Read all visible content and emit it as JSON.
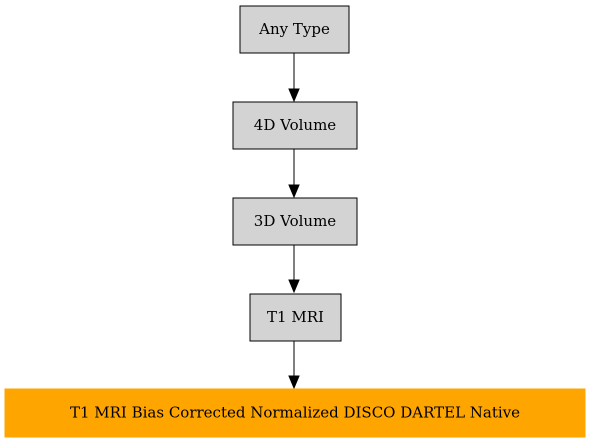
{
  "diagram": {
    "nodes": [
      {
        "id": "any-type",
        "label": "Any Type",
        "fill": "#d3d3d3",
        "border": "#000000"
      },
      {
        "id": "4d-volume",
        "label": "4D Volume",
        "fill": "#d3d3d3",
        "border": "#000000"
      },
      {
        "id": "3d-volume",
        "label": "3D Volume",
        "fill": "#d3d3d3",
        "border": "#000000"
      },
      {
        "id": "t1-mri",
        "label": "T1 MRI",
        "fill": "#d3d3d3",
        "border": "#000000"
      },
      {
        "id": "t1-mri-bias-corrected-normalized-disco-dartel-native",
        "label": "T1 MRI Bias Corrected Normalized DISCO DARTEL Native",
        "fill": "#ffa500",
        "border": "#ffa500"
      }
    ],
    "edges": [
      {
        "from": "any-type",
        "to": "4d-volume"
      },
      {
        "from": "4d-volume",
        "to": "3d-volume"
      },
      {
        "from": "3d-volume",
        "to": "t1-mri"
      },
      {
        "from": "t1-mri",
        "to": "t1-mri-bias-corrected-normalized-disco-dartel-native"
      }
    ]
  }
}
